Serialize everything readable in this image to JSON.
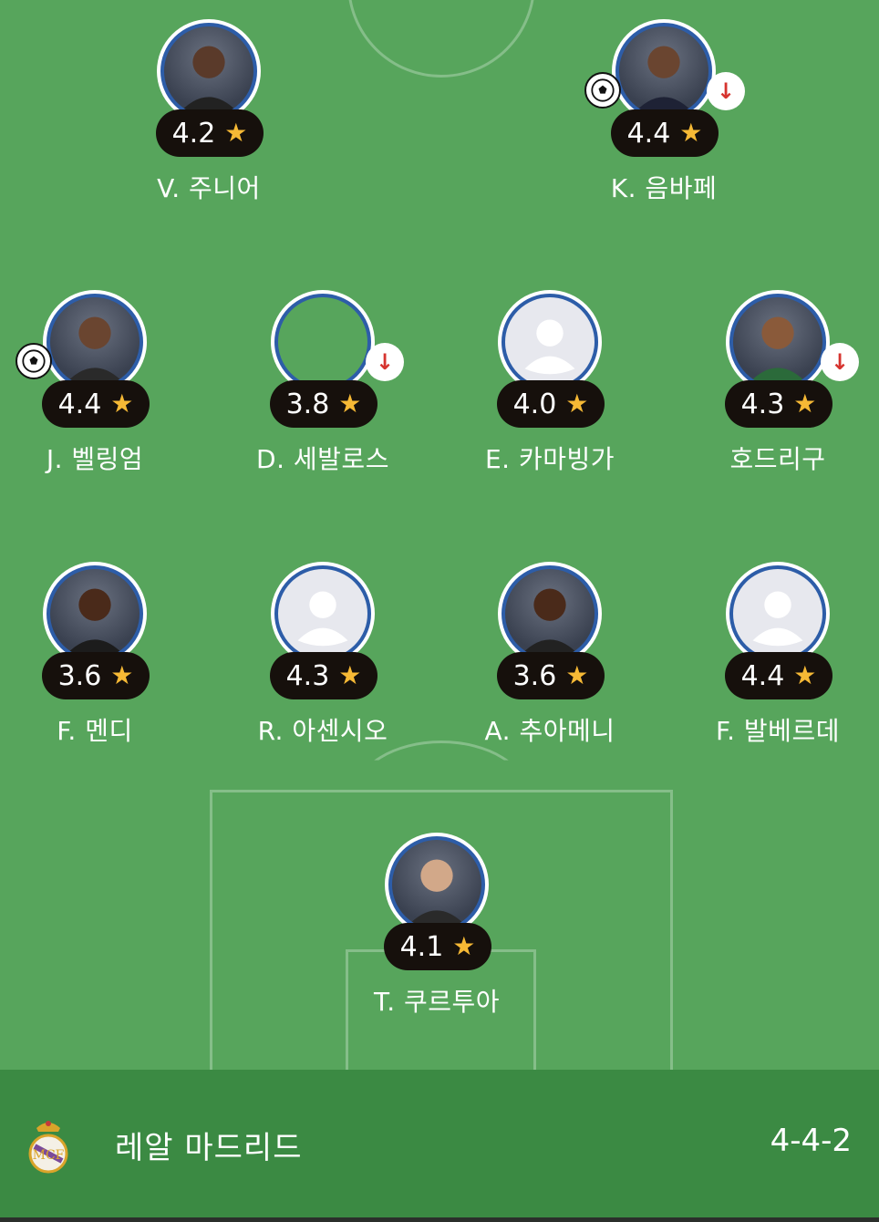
{
  "team": {
    "name": "레알 마드리드",
    "formation": "4-4-2"
  },
  "colors": {
    "pitch": "#57a55c",
    "footer": "#3b8a43",
    "star": "#f6b935",
    "avatar_ring": "#2d5da8",
    "sub_arrow": "#d6342f"
  },
  "players": [
    {
      "id": "vini",
      "name": "V. 주니어",
      "rating": "4.2",
      "photo": "player-photo",
      "goal": false,
      "subbed_off": false
    },
    {
      "id": "mbappe",
      "name": "K. 음바페",
      "rating": "4.4",
      "photo": "player-photo",
      "goal": true,
      "subbed_off": true
    },
    {
      "id": "bellingham",
      "name": "J. 벨링엄",
      "rating": "4.4",
      "photo": "player-photo",
      "goal": true,
      "subbed_off": false
    },
    {
      "id": "ceballos",
      "name": "D. 세발로스",
      "rating": "3.8",
      "photo": "empty",
      "goal": false,
      "subbed_off": true
    },
    {
      "id": "camavinga",
      "name": "E. 카마빙가",
      "rating": "4.0",
      "photo": "placeholder-avatar",
      "goal": false,
      "subbed_off": false
    },
    {
      "id": "rodrygo",
      "name": "호드리구",
      "rating": "4.3",
      "photo": "player-photo",
      "goal": false,
      "subbed_off": true
    },
    {
      "id": "mendy",
      "name": "F. 멘디",
      "rating": "3.6",
      "photo": "player-photo",
      "goal": false,
      "subbed_off": false
    },
    {
      "id": "asencio",
      "name": "R. 아센시오",
      "rating": "4.3",
      "photo": "placeholder-avatar",
      "goal": false,
      "subbed_off": false
    },
    {
      "id": "tchouameni",
      "name": "A. 추아메니",
      "rating": "3.6",
      "photo": "player-photo",
      "goal": false,
      "subbed_off": false
    },
    {
      "id": "valverde",
      "name": "F. 발베르데",
      "rating": "4.4",
      "photo": "placeholder-avatar",
      "goal": false,
      "subbed_off": false
    },
    {
      "id": "courtois",
      "name": "T. 쿠르투아",
      "rating": "4.1",
      "photo": "player-photo",
      "goal": false,
      "subbed_off": false
    }
  ],
  "icons": {
    "star": "star-icon",
    "goal": "soccer-ball-icon",
    "sub": "down-arrow-icon",
    "crest": "real-madrid-crest-icon"
  }
}
